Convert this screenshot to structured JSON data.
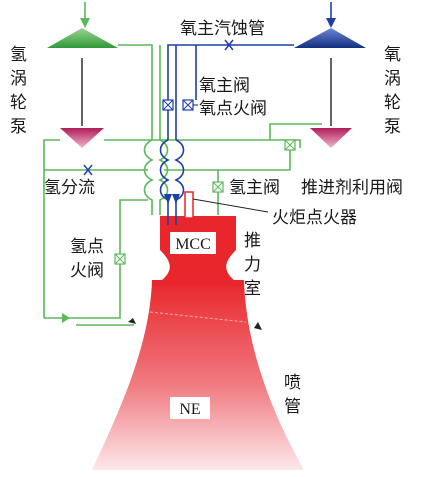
{
  "labels": {
    "hydrogen_pump": [
      "氢",
      "涡",
      "轮",
      "泵"
    ],
    "oxygen_pump": [
      "氧",
      "涡",
      "轮",
      "泵"
    ],
    "oxygen_main_erosion_pipe": "氧主汽蚀管",
    "oxygen_main_valve": "氧主阀",
    "oxygen_ignition_valve": "氧点火阀",
    "hydrogen_diversion": "氢分流",
    "hydrogen_main_valve": "氢主阀",
    "propellant_utilization_valve": "推进剂利用阀",
    "torch_igniter": "火炬点火器",
    "hydrogen_ignition_valve": [
      "氢点",
      "火阀"
    ],
    "thrust_chamber": [
      "推",
      "力",
      "室"
    ],
    "nozzle": [
      "喷",
      "管"
    ],
    "mcc": "MCC",
    "ne": "NE"
  },
  "colors": {
    "hydrogen_line": "#4caf50",
    "oxygen_line": "#1f3fa8",
    "chamber_red": "#e8262b",
    "pump_pink": "#d23a7a",
    "hydrogen_pump_green": "#5cb85c",
    "oxygen_pump_blue": "#1c3f9e"
  }
}
